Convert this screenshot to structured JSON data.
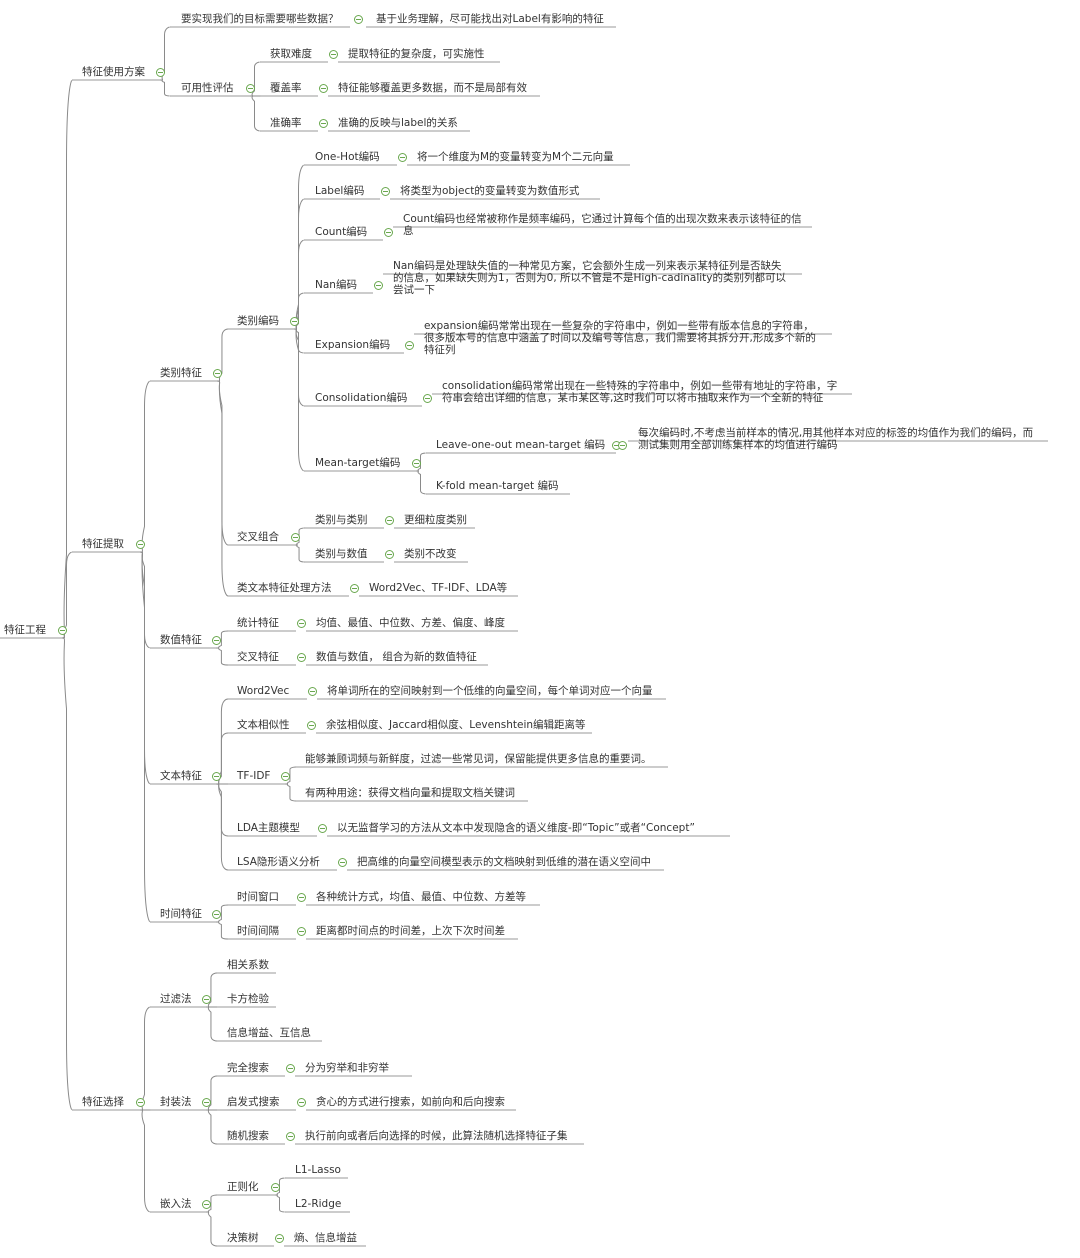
{
  "nodes": [
    {
      "id": "root",
      "text": "特征工程"
    },
    {
      "id": "use",
      "text": "特征使用方案"
    },
    {
      "id": "use_q",
      "text": "要实现我们的目标需要哪些数据？"
    },
    {
      "id": "use_q_d",
      "text": "基于业务理解，尽可能找出对Label有影响的特征"
    },
    {
      "id": "avail",
      "text": "可用性评估"
    },
    {
      "id": "diff",
      "text": "获取难度"
    },
    {
      "id": "diff_d",
      "text": "提取特征的复杂度，可实施性"
    },
    {
      "id": "cov",
      "text": "覆盖率"
    },
    {
      "id": "cov_d",
      "text": "特征能够覆盖更多数据，而不是局部有效"
    },
    {
      "id": "acc",
      "text": "准确率"
    },
    {
      "id": "acc_d",
      "text": "准确的反映与label的关系"
    },
    {
      "id": "ext",
      "text": "特征提取"
    },
    {
      "id": "cat",
      "text": "类别特征"
    },
    {
      "id": "catenc",
      "text": "类别编码"
    },
    {
      "id": "onehot",
      "text": "One-Hot编码"
    },
    {
      "id": "onehot_d",
      "text": "将一个维度为M的变量转变为M个二元向量"
    },
    {
      "id": "label",
      "text": "Label编码"
    },
    {
      "id": "label_d",
      "text": "将类型为object的变量转变为数值形式"
    },
    {
      "id": "count",
      "text": "Count编码"
    },
    {
      "id": "count_d",
      "text": "Count编码也经常被称作是频率编码，它通过计算每个值的出现次数来表示该特征的信息"
    },
    {
      "id": "nan",
      "text": "Nan编码"
    },
    {
      "id": "nan_d",
      "text": "Nan编码是处理缺失值的一种常见方案，它会额外生成一列来表示某特征列是否缺失的信息，如果缺失则为1，否则为0, 所以不管是不是High-cadinality的类别列都可以尝试一下"
    },
    {
      "id": "expan",
      "text": "Expansion编码"
    },
    {
      "id": "expan_d",
      "text": "expansion编码常常出现在一些复杂的字符串中，例如一些带有版本信息的字符串，很多版本号的信息中涵盖了时间以及编号等信息，我们需要将其拆分开,形成多个新的特征列"
    },
    {
      "id": "consol",
      "text": "Consolidation编码"
    },
    {
      "id": "consol_d",
      "text": "consolidation编码常常出现在一些特殊的字符串中，例如一些带有地址的字符串，字符串会给出详细的信息，某市某区等,这时我们可以将市抽取来作为一个全新的特征"
    },
    {
      "id": "mt",
      "text": "Mean-target编码"
    },
    {
      "id": "loo",
      "text": "Leave-one-out mean-target 编码"
    },
    {
      "id": "loo_d",
      "text": "每次编码时,不考虑当前样本的情况,用其他样本对应的标签的均值作为我们的编码，而测试集则用全部训练集样本的均值进行编码"
    },
    {
      "id": "kfold",
      "text": "K-fold mean-target 编码"
    },
    {
      "id": "cross",
      "text": "交叉组合"
    },
    {
      "id": "cc",
      "text": "类别与类别"
    },
    {
      "id": "cc_d",
      "text": "更细粒度类别"
    },
    {
      "id": "cn",
      "text": "类别与数值"
    },
    {
      "id": "cn_d",
      "text": "类别不改变"
    },
    {
      "id": "textlike",
      "text": "类文本特征处理方法"
    },
    {
      "id": "textlike_d",
      "text": "Word2Vec、TF-IDF、LDA等"
    },
    {
      "id": "num",
      "text": "数值特征"
    },
    {
      "id": "stat",
      "text": "统计特征"
    },
    {
      "id": "stat_d",
      "text": "均值、最值、中位数、方差、偏度、峰度"
    },
    {
      "id": "ncross",
      "text": "交叉特征"
    },
    {
      "id": "ncross_d",
      "text": "数值与数值， 组合为新的数值特征"
    },
    {
      "id": "txt",
      "text": "文本特征"
    },
    {
      "id": "w2v",
      "text": "Word2Vec"
    },
    {
      "id": "w2v_d",
      "text": "将单词所在的空间映射到一个低维的向量空间，每个单词对应一个向量"
    },
    {
      "id": "sim",
      "text": "文本相似性"
    },
    {
      "id": "sim_d",
      "text": "余弦相似度、Jaccard相似度、Levenshtein编辑距离等"
    },
    {
      "id": "tfidf",
      "text": "TF-IDF"
    },
    {
      "id": "tfidf_d1",
      "text": "能够兼顾词频与新鲜度，过滤一些常见词，保留能提供更多信息的重要词。"
    },
    {
      "id": "tfidf_d2",
      "text": "有两种用途：获得文档向量和提取文档关键词"
    },
    {
      "id": "lda",
      "text": "LDA主题模型"
    },
    {
      "id": "lda_d",
      "text": "以无监督学习的方法从文本中发现隐含的语义维度-即“Topic”或者“Concept”"
    },
    {
      "id": "lsa",
      "text": "LSA隐形语义分析"
    },
    {
      "id": "lsa_d",
      "text": "把高维的向量空间模型表示的文档映射到低维的潜在语义空间中"
    },
    {
      "id": "time",
      "text": "时间特征"
    },
    {
      "id": "tw",
      "text": "时间窗口"
    },
    {
      "id": "tw_d",
      "text": "各种统计方式，均值、最值、中位数、方差等"
    },
    {
      "id": "ti",
      "text": "时间间隔"
    },
    {
      "id": "ti_d",
      "text": "距离都时间点的时间差，上次下次时间差"
    },
    {
      "id": "sel",
      "text": "特征选择"
    },
    {
      "id": "filter",
      "text": "过滤法"
    },
    {
      "id": "corr",
      "text": "相关系数"
    },
    {
      "id": "chi",
      "text": "卡方检验"
    },
    {
      "id": "ig",
      "text": "信息增益、互信息"
    },
    {
      "id": "wrap",
      "text": "封装法"
    },
    {
      "id": "full",
      "text": "完全搜索"
    },
    {
      "id": "full_d",
      "text": "分为穷举和非穷举"
    },
    {
      "id": "heur",
      "text": "启发式搜索"
    },
    {
      "id": "heur_d",
      "text": "贪心的方式进行搜索，如前向和后向搜索"
    },
    {
      "id": "rand",
      "text": "随机搜索"
    },
    {
      "id": "rand_d",
      "text": "执行前向或者后向选择的时候，此算法随机选择特征子集"
    },
    {
      "id": "emb",
      "text": "嵌入法"
    },
    {
      "id": "reg",
      "text": "正则化"
    },
    {
      "id": "l1",
      "text": "L1-Lasso"
    },
    {
      "id": "l2",
      "text": "L2-Ridge"
    },
    {
      "id": "tree",
      "text": "决策树"
    },
    {
      "id": "tree_d",
      "text": "熵、信息增益"
    }
  ]
}
